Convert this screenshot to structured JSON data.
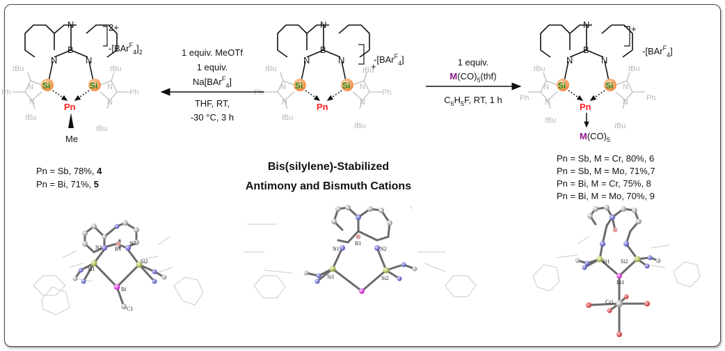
{
  "reagents_left": {
    "line1": "1 equiv. MeOTf",
    "line2": "1 equiv.",
    "line3_pre": "Na[BAr",
    "line3_sup": "F",
    "line3_sub": "4",
    "line3_post": "]",
    "line4": "THF, RT,",
    "line5": "-30 °C, 3 h"
  },
  "reagents_right": {
    "line1": "1 equiv.",
    "line2_m": "M",
    "line2_rest": "(CO)",
    "line2_sub": "5",
    "line2_post": "(thf)",
    "line3_pre": "C",
    "line3_sub1": "6",
    "line3_mid": "H",
    "line3_sub2": "5",
    "line3_post": "F,  RT,  1 h"
  },
  "atoms": {
    "N": "N",
    "B": "B",
    "Si": "Si",
    "Pn": "Pn",
    "Me": "Me",
    "tBu_t": "t",
    "tBu_rest": "Bu",
    "Ph": "Ph",
    "M": "M",
    "CO": "(CO)",
    "CO_sub": "5"
  },
  "counterions": {
    "left_charge": "2+",
    "right_charge": "+",
    "center_charge": "+",
    "barf_pre": "-[BAr",
    "barf_sup": "F",
    "barf_sub": "4",
    "barf_post": "]",
    "left_sub": "2"
  },
  "yields_left": [
    {
      "text": "Pn = Sb, 78%, ",
      "num": "4"
    },
    {
      "text": "Pn = Bi, 71%, ",
      "num": "5"
    }
  ],
  "title": {
    "line1": "Bis(silylene)-Stabilized",
    "line2": "Antimony and Bismuth Cations"
  },
  "yields_right": [
    "Pn = Sb, M = Cr, 80%, 6",
    "Pn = Sb, M = Mo, 71%,7",
    "Pn = Bi, M = Cr, 75%, 8",
    "Pn = Bi, M = Mo, 70%, 9"
  ],
  "crystal_labels": {
    "N1": "N1",
    "N2": "N2",
    "B1": "B1",
    "Si1": "Si1",
    "Si2": "Si2",
    "Bi": "Bi",
    "Bi1": "Bi1",
    "C1": "C1",
    "Cr1": "Cr1"
  },
  "colors": {
    "pn": "#ff2020",
    "metal": "#8a1a8a",
    "si_fill": "#f0a060",
    "si_text": "#1a8a1a"
  }
}
